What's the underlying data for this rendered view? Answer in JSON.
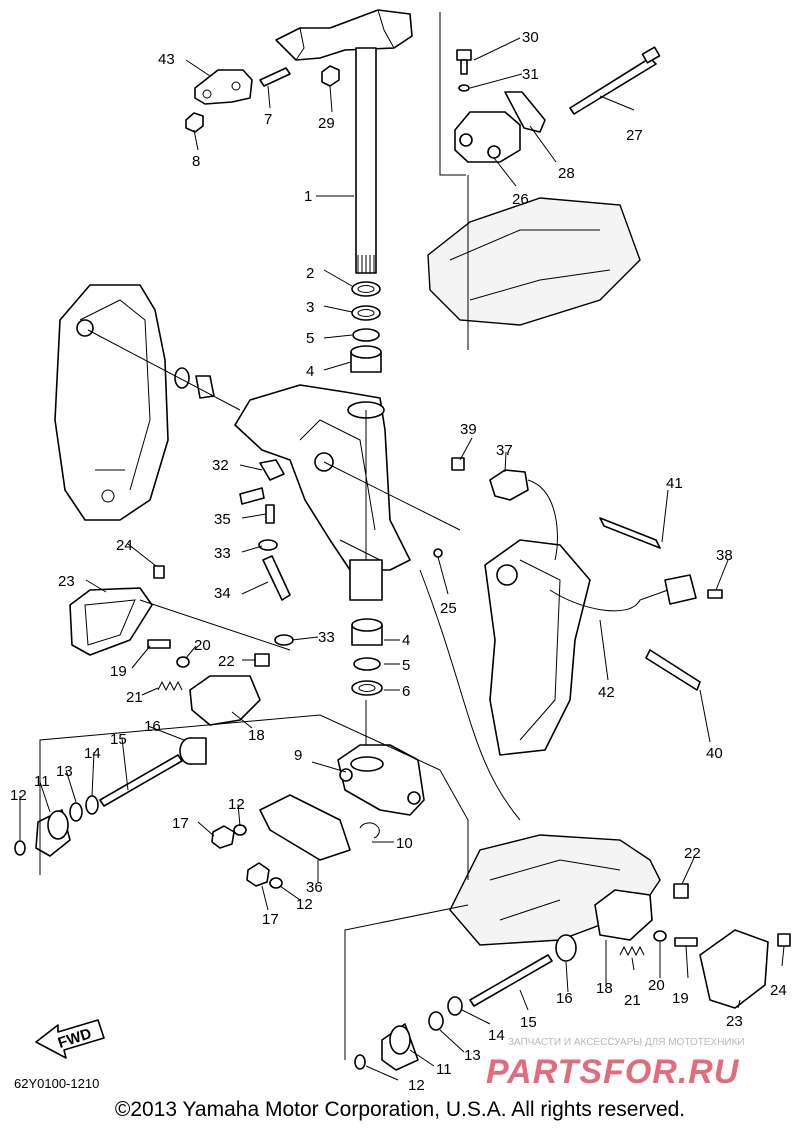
{
  "diagram_code": "62Y0100-1210",
  "copyright": "©2013 Yamaha Motor Corporation, U.S.A. All rights reserved.",
  "fwd_label": "FWD",
  "watermark": {
    "tagline": "ЗАПЧАСТИ И АКСЕССУАРЫ ДЛЯ МОТОТЕХНИКИ",
    "logo": "PARTSFOR.RU"
  },
  "callouts": [
    {
      "id": "c1",
      "label": "1"
    },
    {
      "id": "c2",
      "label": "2"
    },
    {
      "id": "c3",
      "label": "3"
    },
    {
      "id": "c4a",
      "label": "4"
    },
    {
      "id": "c5a",
      "label": "5"
    },
    {
      "id": "c7",
      "label": "7"
    },
    {
      "id": "c8",
      "label": "8"
    },
    {
      "id": "c29",
      "label": "29"
    },
    {
      "id": "c43",
      "label": "43"
    },
    {
      "id": "c30",
      "label": "30"
    },
    {
      "id": "c31",
      "label": "31"
    },
    {
      "id": "c27",
      "label": "27"
    },
    {
      "id": "c28",
      "label": "28"
    },
    {
      "id": "c26",
      "label": "26"
    },
    {
      "id": "c39",
      "label": "39"
    },
    {
      "id": "c37",
      "label": "37"
    },
    {
      "id": "c41",
      "label": "41"
    },
    {
      "id": "c38",
      "label": "38"
    },
    {
      "id": "c42",
      "label": "42"
    },
    {
      "id": "c40",
      "label": "40"
    },
    {
      "id": "c32",
      "label": "32"
    },
    {
      "id": "c35",
      "label": "35"
    },
    {
      "id": "c33a",
      "label": "33"
    },
    {
      "id": "c34",
      "label": "34"
    },
    {
      "id": "c33b",
      "label": "33"
    },
    {
      "id": "c25",
      "label": "25"
    },
    {
      "id": "c24a",
      "label": "24"
    },
    {
      "id": "c23a",
      "label": "23"
    },
    {
      "id": "c20a",
      "label": "20"
    },
    {
      "id": "c19a",
      "label": "19"
    },
    {
      "id": "c22a",
      "label": "22"
    },
    {
      "id": "c21a",
      "label": "21"
    },
    {
      "id": "c18a",
      "label": "18"
    },
    {
      "id": "c16a",
      "label": "16"
    },
    {
      "id": "c15a",
      "label": "15"
    },
    {
      "id": "c14a",
      "label": "14"
    },
    {
      "id": "c13a",
      "label": "13"
    },
    {
      "id": "c11a",
      "label": "11"
    },
    {
      "id": "c12a",
      "label": "12"
    },
    {
      "id": "c4b",
      "label": "4"
    },
    {
      "id": "c5b",
      "label": "5"
    },
    {
      "id": "c6",
      "label": "6"
    },
    {
      "id": "c9",
      "label": "9"
    },
    {
      "id": "c12b",
      "label": "12"
    },
    {
      "id": "c17a",
      "label": "17"
    },
    {
      "id": "c10",
      "label": "10"
    },
    {
      "id": "c36",
      "label": "36"
    },
    {
      "id": "c17b",
      "label": "17"
    },
    {
      "id": "c12c",
      "label": "12"
    },
    {
      "id": "c22b",
      "label": "22"
    },
    {
      "id": "c24b",
      "label": "24"
    },
    {
      "id": "c16b",
      "label": "16"
    },
    {
      "id": "c18b",
      "label": "18"
    },
    {
      "id": "c21b",
      "label": "21"
    },
    {
      "id": "c20b",
      "label": "20"
    },
    {
      "id": "c19b",
      "label": "19"
    },
    {
      "id": "c23b",
      "label": "23"
    },
    {
      "id": "c15b",
      "label": "15"
    },
    {
      "id": "c14b",
      "label": "14"
    },
    {
      "id": "c13b",
      "label": "13"
    },
    {
      "id": "c11b",
      "label": "11"
    },
    {
      "id": "c12d",
      "label": "12"
    }
  ]
}
